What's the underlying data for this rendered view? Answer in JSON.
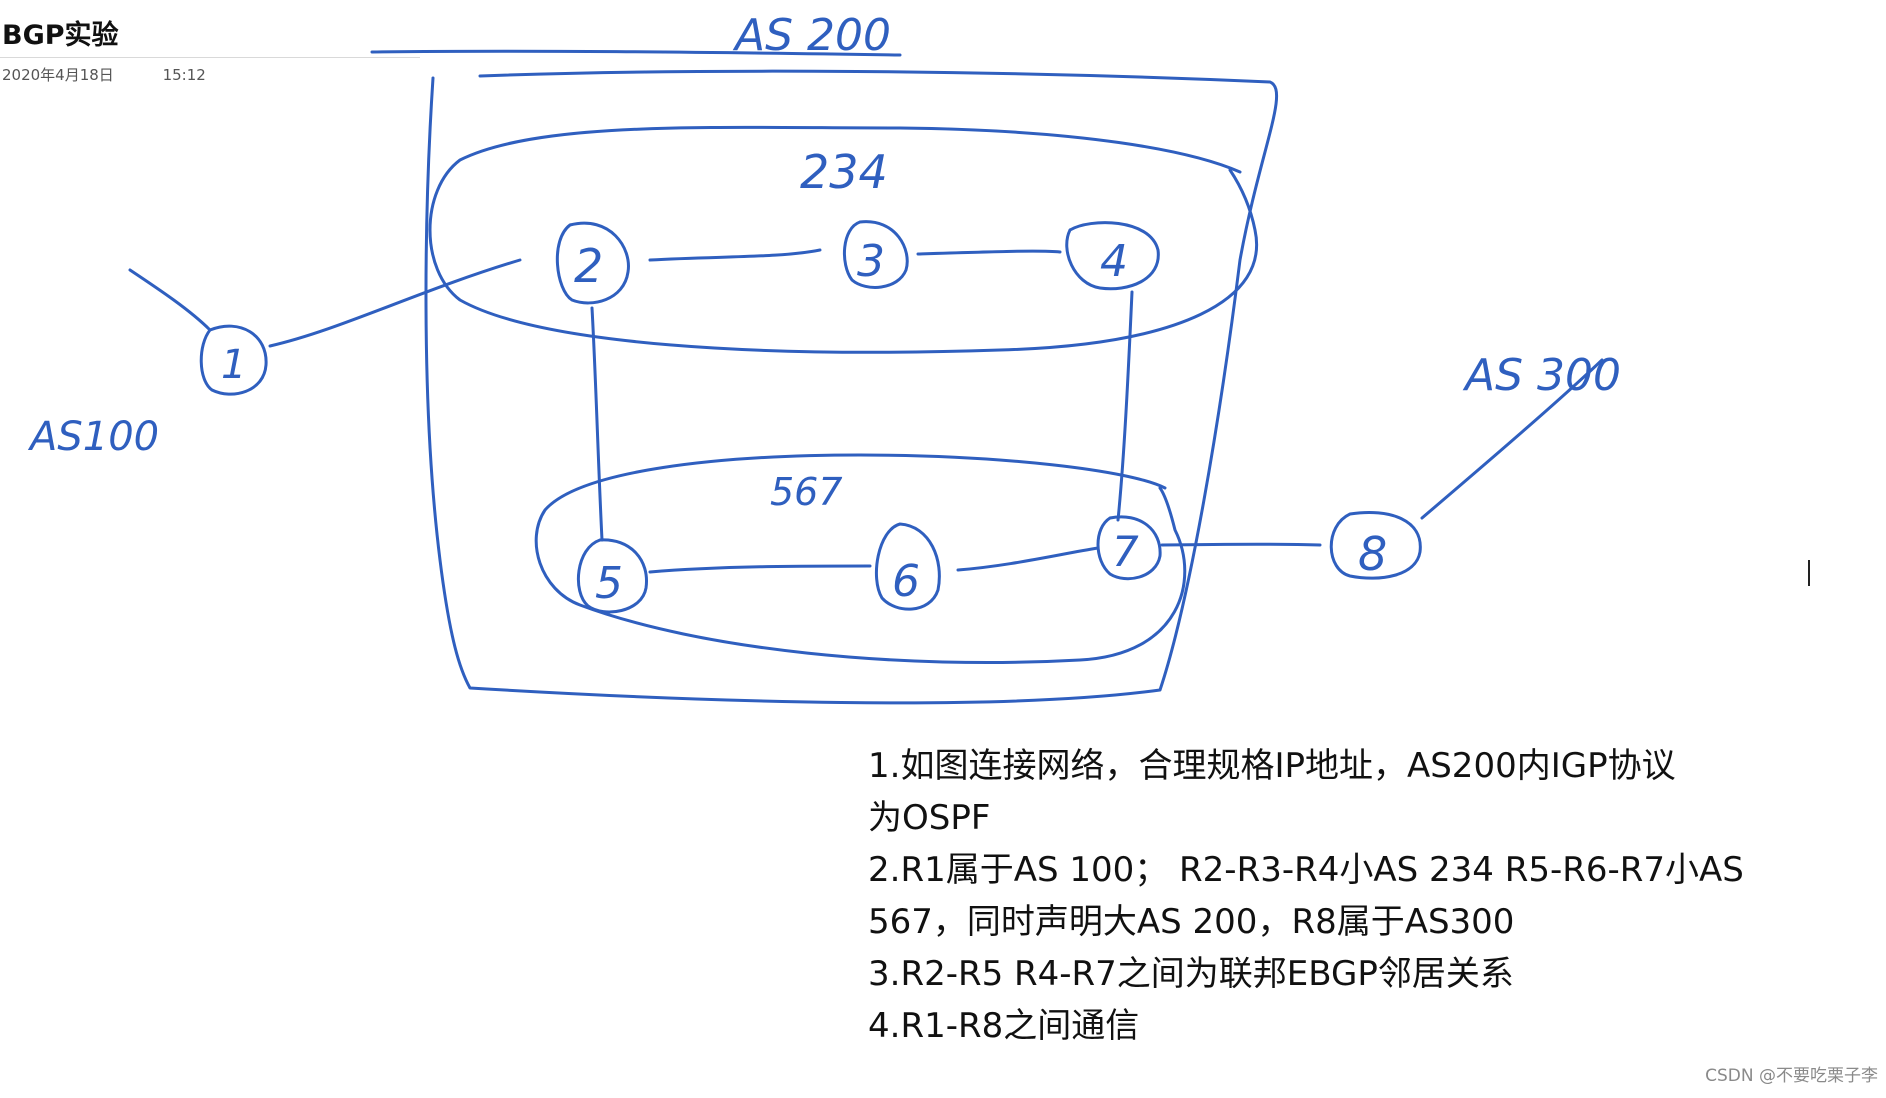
{
  "page": {
    "title": "BGP实验",
    "date": "2020年4月18日",
    "time": "15:12"
  },
  "diagram": {
    "outer_as_label": "AS 200",
    "sub_as_top_label": "234",
    "sub_as_bottom_label": "567",
    "left_as_label": "AS100",
    "right_as_label": "AS 300",
    "routers": [
      {
        "id": "r1",
        "label": "1"
      },
      {
        "id": "r2",
        "label": "2"
      },
      {
        "id": "r3",
        "label": "3"
      },
      {
        "id": "r4",
        "label": "4"
      },
      {
        "id": "r5",
        "label": "5"
      },
      {
        "id": "r6",
        "label": "6"
      },
      {
        "id": "r7",
        "label": "7"
      },
      {
        "id": "r8",
        "label": "8"
      }
    ],
    "links": [
      [
        "r1",
        "r2"
      ],
      [
        "r2",
        "r3"
      ],
      [
        "r3",
        "r4"
      ],
      [
        "r2",
        "r5"
      ],
      [
        "r4",
        "r7"
      ],
      [
        "r5",
        "r6"
      ],
      [
        "r6",
        "r7"
      ],
      [
        "r7",
        "r8"
      ]
    ],
    "ink_color": "#2f5fbf"
  },
  "requirements": [
    "1.如图连接网络，合理规格IP地址，AS200内IGP协议",
    "为OSPF",
    "2.R1属于AS 100；  R2-R3-R4小AS 234   R5-R6-R7小AS",
    "567，同时声明大AS 200，R8属于AS300",
    "3.R2-R5   R4-R7之间为联邦EBGP邻居关系",
    "4.R1-R8之间通信"
  ],
  "watermark": "CSDN @不要吃栗子李"
}
